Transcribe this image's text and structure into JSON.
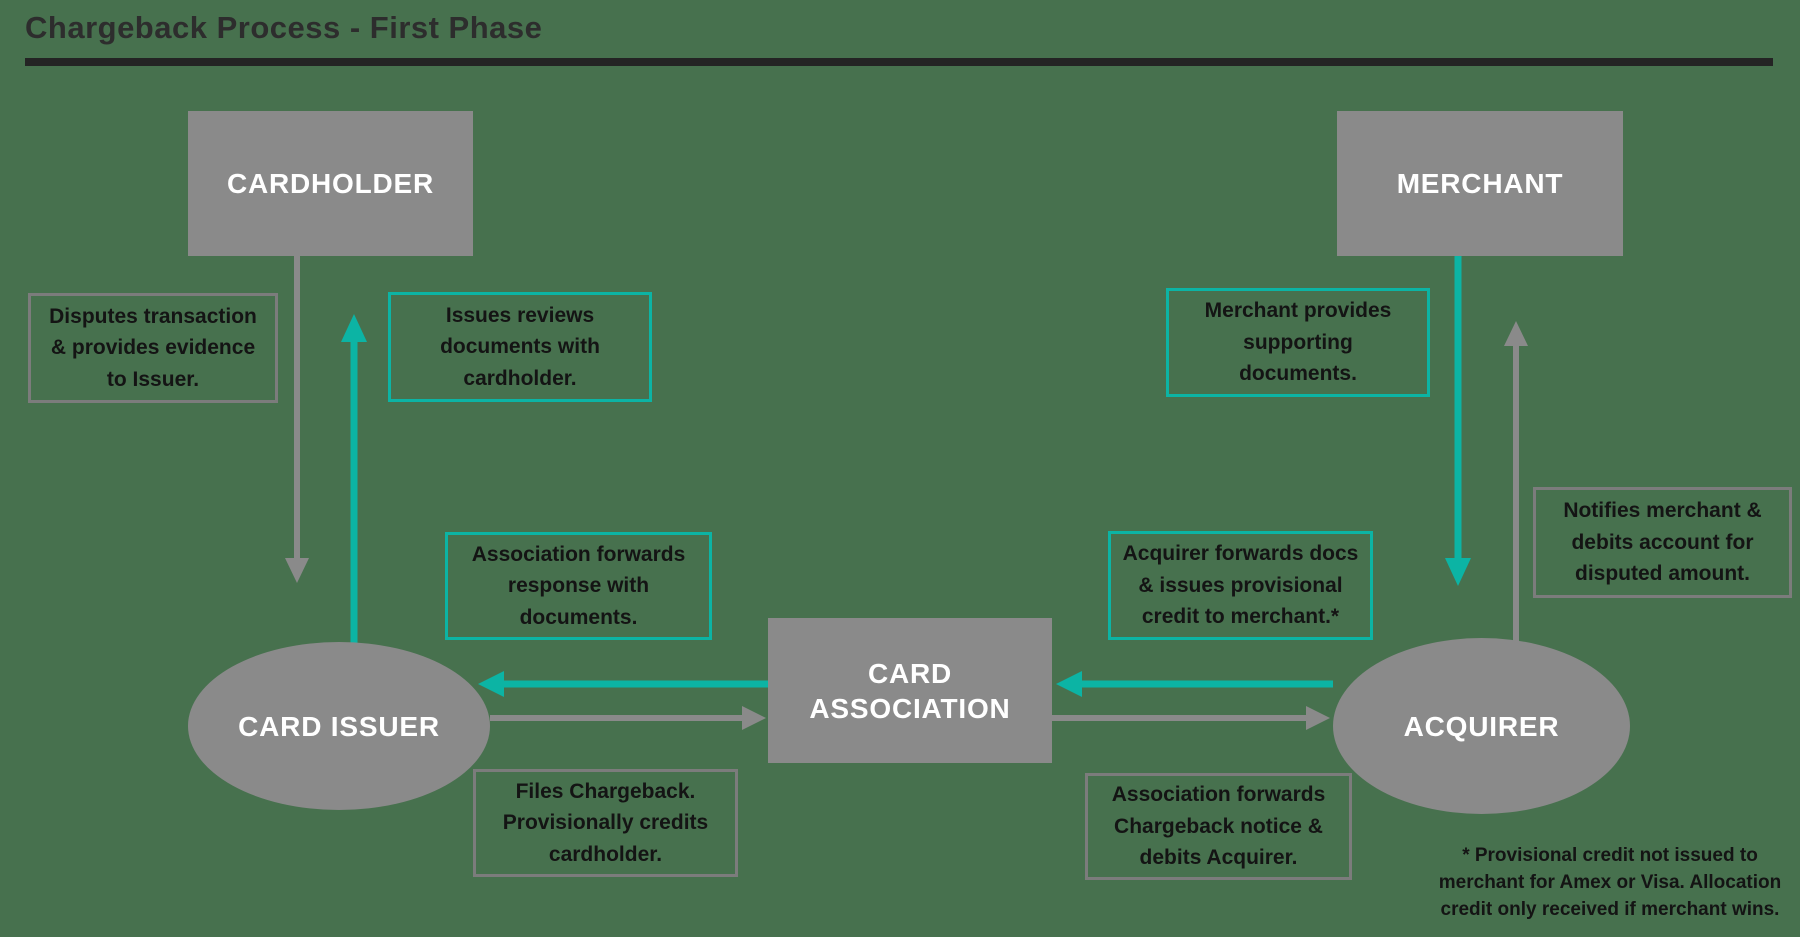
{
  "title": "Chargeback Process - First Phase",
  "colors": {
    "background": "#47714E",
    "box_gray": "#8A8A8A",
    "border_gray": "#7C7C7C",
    "arrow_gray": "#8A8A8A",
    "teal": "#0CB4A4",
    "text_dark": "#141414",
    "title_color": "#2D2D2D",
    "rule_color": "#242424",
    "entity_text": "#FFFFFF"
  },
  "entities": {
    "cardholder": {
      "label": "CARDHOLDER"
    },
    "merchant": {
      "label": "MERCHANT"
    },
    "card_issuer": {
      "label": "CARD ISSUER"
    },
    "card_association": {
      "label": "CARD\nASSOCIATION"
    },
    "acquirer": {
      "label": "ACQUIRER"
    }
  },
  "notes": {
    "disputes": {
      "text": "Disputes transaction\n& provides evidence\nto Issuer.",
      "style": "gray"
    },
    "issuer_reviews": {
      "text": "Issues reviews\ndocuments with\ncardholder.",
      "style": "teal"
    },
    "merchant_provides": {
      "text": "Merchant provides\nsupporting\ndocuments.",
      "style": "teal"
    },
    "association_response": {
      "text": "Association forwards\nresponse with\ndocuments.",
      "style": "teal"
    },
    "acquirer_forwards": {
      "text": "Acquirer forwards docs\n& issues provisional\ncredit to merchant.*",
      "style": "teal"
    },
    "notifies_merchant": {
      "text": "Notifies merchant &\ndebits account for\ndisputed amount.",
      "style": "gray"
    },
    "files_chargeback": {
      "text": "Files Chargeback.\nProvisionally credits\ncardholder.",
      "style": "gray"
    },
    "association_notice": {
      "text": "Association forwards\nChargeback notice &\ndebits Acquirer.",
      "style": "gray"
    }
  },
  "footnote": "* Provisional credit not issued to\nmerchant for Amex or Visa. Allocation\ncredit only received if merchant wins.",
  "arrows": {
    "cardholder_to_card_issuer": "gray",
    "card_issuer_to_cardholder": "teal",
    "card_issuer_to_card_association": "gray",
    "card_association_to_card_issuer": "teal",
    "card_association_to_acquirer": "gray",
    "acquirer_to_card_association": "teal",
    "merchant_to_acquirer": "teal",
    "acquirer_to_merchant": "gray"
  }
}
